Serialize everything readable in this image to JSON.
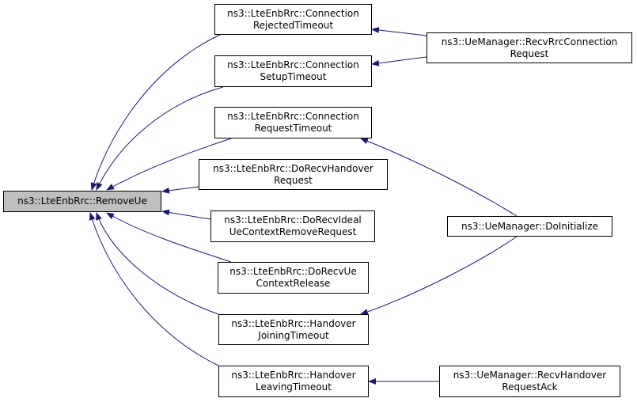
{
  "diagram": {
    "edge_color": "#191970",
    "root": {
      "line1": "ns3::LteEnbRrc::RemoveUe",
      "line2": ""
    },
    "nodes": [
      {
        "key": "conn_rejected",
        "line1": "ns3::LteEnbRrc::Connection",
        "line2": "RejectedTimeout"
      },
      {
        "key": "conn_setup",
        "line1": "ns3::LteEnbRrc::Connection",
        "line2": "SetupTimeout"
      },
      {
        "key": "conn_request",
        "line1": "ns3::LteEnbRrc::Connection",
        "line2": "RequestTimeout"
      },
      {
        "key": "recv_handover_request",
        "line1": "ns3::LteEnbRrc::DoRecvHandover",
        "line2": "Request"
      },
      {
        "key": "recv_ideal_ue_ctx",
        "line1": "ns3::LteEnbRrc::DoRecvIdeal",
        "line2": "UeContextRemoveRequest"
      },
      {
        "key": "recv_ue_ctx_release",
        "line1": "ns3::LteEnbRrc::DoRecvUe",
        "line2": "ContextRelease"
      },
      {
        "key": "handover_joining",
        "line1": "ns3::LteEnbRrc::Handover",
        "line2": "JoiningTimeout"
      },
      {
        "key": "handover_leaving",
        "line1": "ns3::LteEnbRrc::Handover",
        "line2": "LeavingTimeout"
      },
      {
        "key": "recv_rrc_conn_request",
        "line1": "ns3::UeManager::RecvRrcConnection",
        "line2": "Request"
      },
      {
        "key": "do_initialize",
        "line1": "ns3::UeManager::DoInitialize",
        "line2": ""
      },
      {
        "key": "recv_handover_request_ack",
        "line1": "ns3::UeManager::RecvHandover",
        "line2": "RequestAck"
      }
    ]
  }
}
